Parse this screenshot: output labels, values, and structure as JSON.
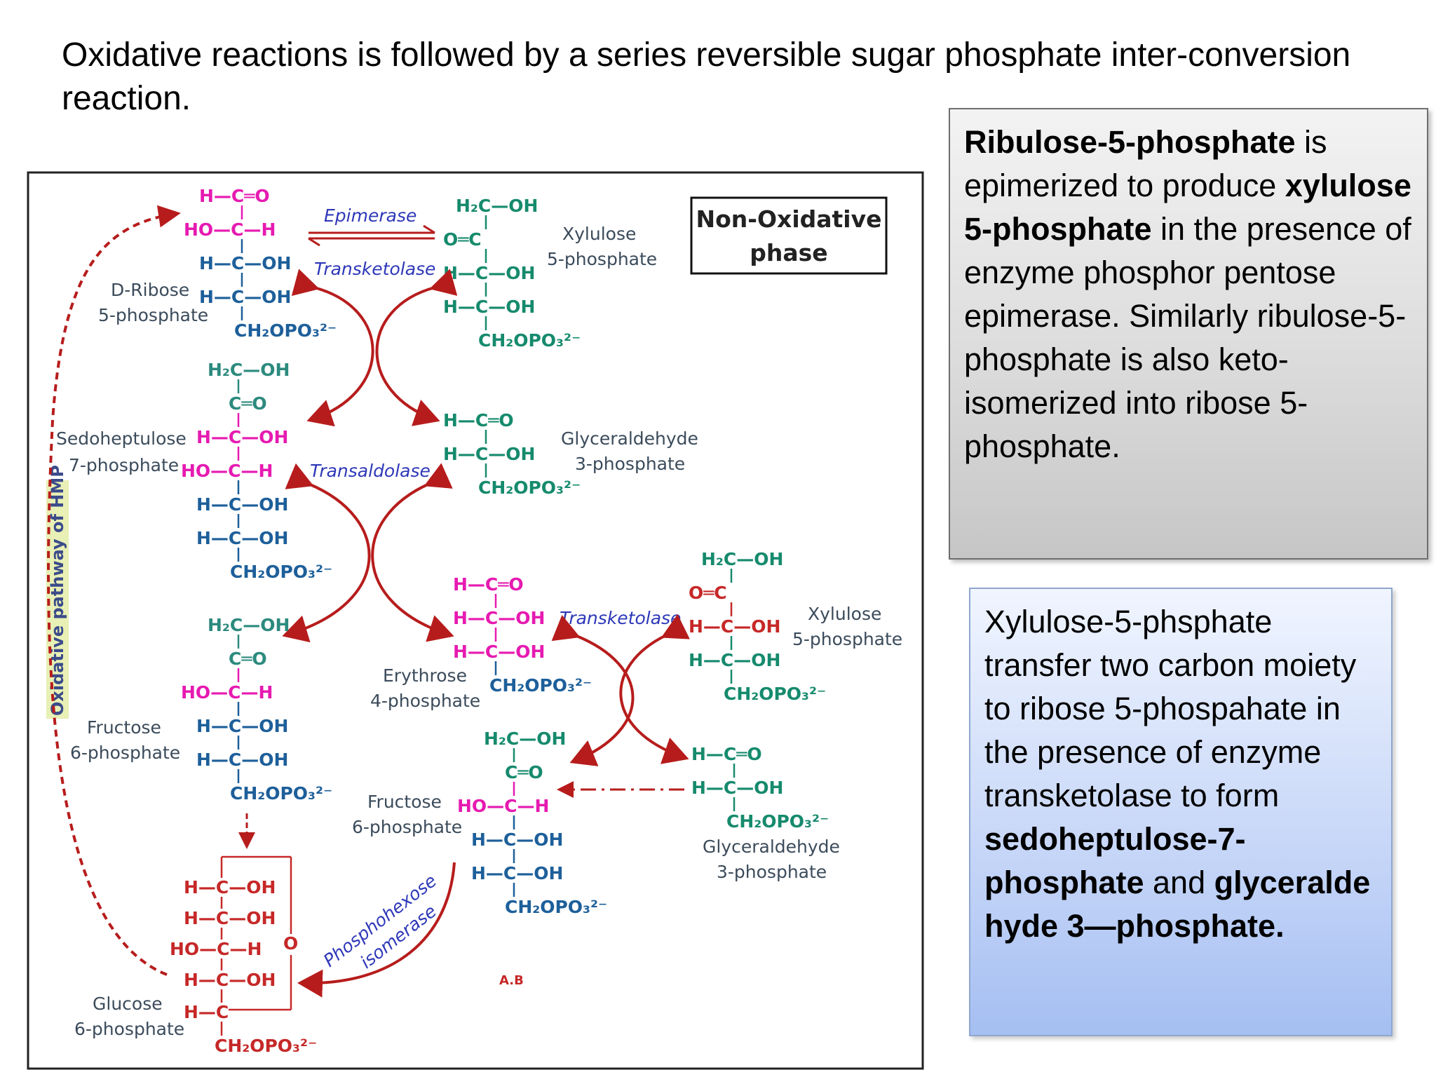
{
  "title": "Oxidative reactions is followed by a series reversible sugar phosphate inter-conversion reaction.",
  "diagram": {
    "phase_label_line1": "Non-Oxidative",
    "phase_label_line2": "phase",
    "side_label": "Oxidative pathway of HMP",
    "enzymes": {
      "epimerase": "Epimerase",
      "transketolase_1": "Transketolase",
      "transaldolase": "Transaldolase",
      "transketolase_2": "Transketolase",
      "phosphohexose_line1": "Phosphohexose",
      "phosphohexose_line2": "isomerase"
    },
    "compounds": {
      "ribose_name_1": "D-Ribose",
      "ribose_name_2": "5-phosphate",
      "xylulose_name_1": "Xylulose",
      "xylulose_name_2": "5-phosphate",
      "sedo_name_1": "Sedoheptulose",
      "sedo_name_2": "7-phosphate",
      "gap_name_1": "Glyceraldehyde",
      "gap_name_2": "3-phosphate",
      "erythrose_name_1": "Erythrose",
      "erythrose_name_2": "4-phosphate",
      "xylulose2_name_1": "Xylulose",
      "xylulose2_name_2": "5-phosphate",
      "fructose_name_1": "Fructose",
      "fructose_name_2": "6-phosphate",
      "fructose2_name_1": "Fructose",
      "fructose2_name_2": "6-phosphate",
      "gap2_name_1": "Glyceraldehyde",
      "gap2_name_2": "3-phosphate",
      "glucose_name_1": "Glucose",
      "glucose_name_2": "6-phosphate"
    },
    "formula_text": {
      "h_c_o": "H—C═O",
      "ho_c_h": "HO—C—H",
      "h_c_oh": "H—C—OH",
      "h2c_oh": "H₂C—OH",
      "c_o": "C═O",
      "o_c": "O═C",
      "ch2opo3": "CH₂OPO₃²⁻",
      "oh_transketolase": "H—C—OH",
      "ring_o": "O"
    },
    "signature": "A.B"
  },
  "box_gray": {
    "b1": "Ribulose-5-phosphate",
    "t1": " is epimerized to produce ",
    "b2": "xylulose 5-phosphate",
    "t2": " in the presence of enzyme phosphor pentose epimerase. Similarly ribulose-5-phosphate is also keto-isomerized into ribose 5-phosphate."
  },
  "box_blue": {
    "t1": "Xylulose-5-phsphate transfer two carbon moiety to ribose 5-phospahate in the presence of enzyme transketolase to form ",
    "b1": "sedoheptulose-7-phosphate",
    "t2": " and ",
    "b2": "glyceralde hyde 3—phosphate."
  },
  "colors": {
    "magenta": "#e61ab1",
    "green": "#168a6d",
    "blue": "#1d5f9a",
    "red": "#c62828",
    "enzyme_blue": "#2e38b8"
  }
}
